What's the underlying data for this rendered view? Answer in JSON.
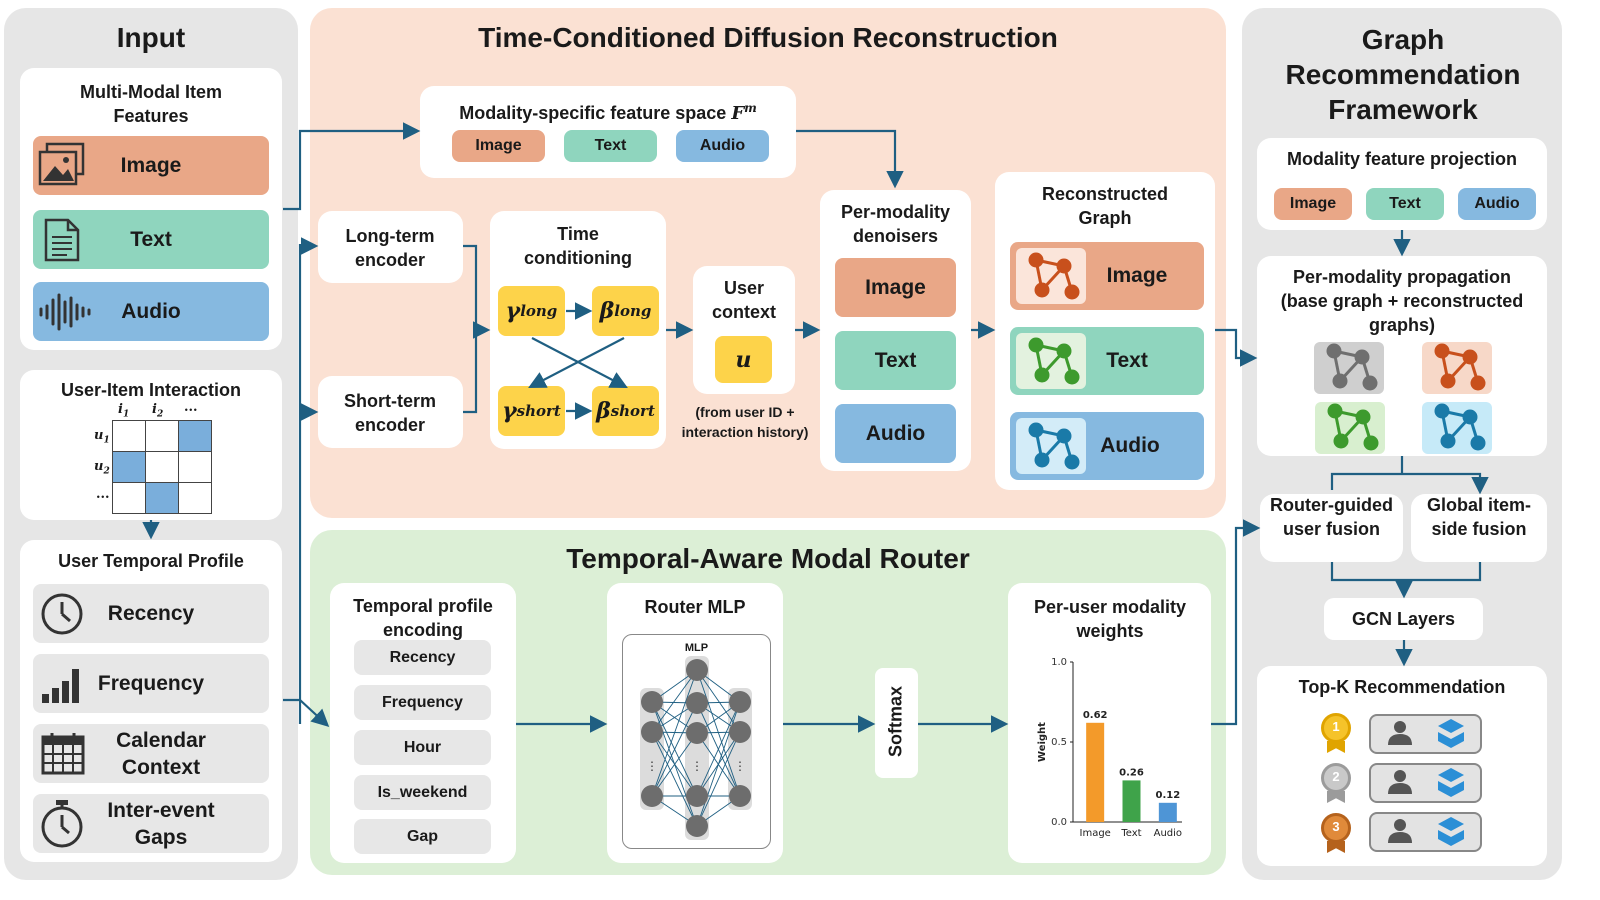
{
  "input": {
    "title": "Input",
    "features_title": "Multi-Modal Item Features",
    "modalities": [
      "Image",
      "Text",
      "Audio"
    ],
    "interaction_title": "User-Item Interaction",
    "matrix": {
      "cols": [
        "i",
        "i",
        "..."
      ],
      "col_subs": [
        "1",
        "2",
        ""
      ],
      "rows": [
        "u",
        "u",
        "..."
      ],
      "row_subs": [
        "1",
        "2",
        ""
      ],
      "cells": [
        [
          0,
          0,
          1
        ],
        [
          1,
          0,
          0
        ],
        [
          0,
          1,
          0
        ]
      ]
    },
    "temporal_title": "User Temporal Profile",
    "temporal_items": [
      "Recency",
      "Frequency",
      "Calendar Context",
      "Inter-event Gaps"
    ]
  },
  "diffusion": {
    "title": "Time-Conditioned Diffusion Reconstruction",
    "feature_space_label": "Modality-specific feature space",
    "feature_space_symbol": "F",
    "feature_space_sup": "m",
    "feature_space_items": [
      "Image",
      "Text",
      "Audio"
    ],
    "long_encoder": "Long-term encoder",
    "short_encoder": "Short-term encoder",
    "time_cond_title": "Time conditioning",
    "gamma": "γ",
    "beta": "β",
    "long_sup": "long",
    "short_sup": "short",
    "user_context_title": "User context",
    "user_symbol": "u",
    "user_note": "(from user ID + interaction history)",
    "denoisers_title": "Per-modality denoisers",
    "denoisers": [
      "Image",
      "Text",
      "Audio"
    ],
    "reconstructed_title": "Reconstructed Graph",
    "reconstructed": [
      "Image",
      "Text",
      "Audio"
    ]
  },
  "router": {
    "title": "Temporal-Aware Modal Router",
    "encoding_title": "Temporal profile encoding",
    "encoding_items": [
      "Recency",
      "Frequency",
      "Hour",
      "Is_weekend",
      "Gap"
    ],
    "mlp_title": "Router MLP",
    "mlp_label": "MLP",
    "softmax": "Softmax",
    "weights_title": "Per-user modality weights"
  },
  "chart_data": {
    "type": "bar",
    "categories": [
      "Image",
      "Text",
      "Audio"
    ],
    "values": [
      0.62,
      0.26,
      0.12
    ],
    "value_labels": [
      "0.62",
      "0.26",
      "0.12"
    ],
    "ylabel": "Weight",
    "ylim": [
      0,
      1.0
    ],
    "yticks": [
      "0.0",
      "0.5",
      "1.0"
    ],
    "colors": [
      "#f39a2a",
      "#3fa34a",
      "#4e95d6"
    ]
  },
  "graph_rec": {
    "title": "Graph Recommendation Framework",
    "projection_title": "Modality feature projection",
    "projection_items": [
      "Image",
      "Text",
      "Audio"
    ],
    "propagation_title": "Per-modality propagation (base graph + reconstructed graphs)",
    "router_fusion": "Router-guided user fusion",
    "global_fusion": "Global item-side fusion",
    "gcn": "GCN Layers",
    "topk_title": "Top-K Recommendation",
    "ranks": [
      "1",
      "2",
      "3"
    ]
  },
  "colors": {
    "image": "#e9a787",
    "text": "#8fd5be",
    "audio": "#86b9e0",
    "arrow": "#1f5f82",
    "yellow": "#fdd34a"
  }
}
